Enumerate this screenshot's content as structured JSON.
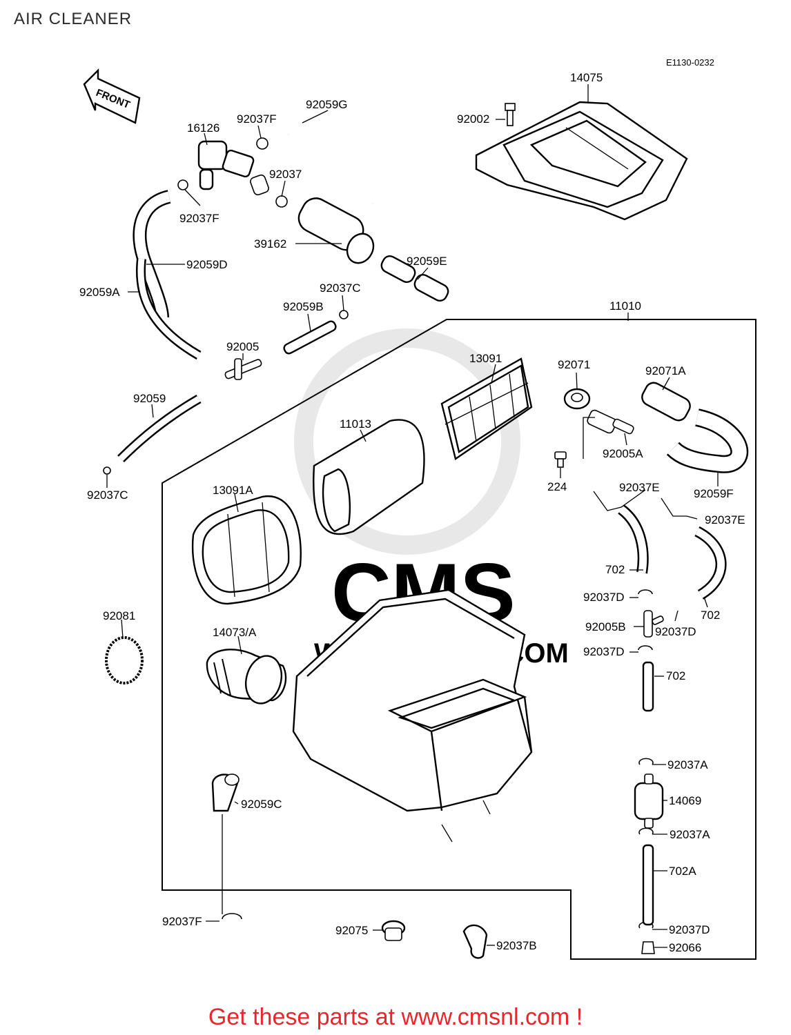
{
  "title": "AIR CLEANER",
  "ref_code": "E1130-0232",
  "front_marker": "FRONT",
  "watermark": {
    "logo_text": "CMS",
    "url_text": "WWW.CMSNL.COM"
  },
  "parts": [
    "14075",
    "92002",
    "92059G",
    "92037F",
    "16126",
    "92037",
    "92037F",
    "39162",
    "92059D",
    "92059A",
    "92059E",
    "92037C",
    "92059B",
    "11010",
    "92005",
    "13091",
    "92071",
    "92071A",
    "92059",
    "11013",
    "92005A",
    "92037C",
    "224",
    "13091A",
    "92037E",
    "92059F",
    "92037E",
    "702",
    "92037D",
    "702",
    "92005B",
    "92037D",
    "92081",
    "14073/A",
    "92037D",
    "702",
    "92037A",
    "14069",
    "92037A",
    "92059C",
    "702A",
    "92037F",
    "92075",
    "92037B",
    "92037D",
    "92066"
  ],
  "promo_text": "Get these parts at www.cmsnl.com !",
  "colors": {
    "background": "#ffffff",
    "line_art": "#000000",
    "title_text": "#2b2b2b",
    "promo_text": "#e8262c",
    "watermark": "#e6e6e6"
  }
}
